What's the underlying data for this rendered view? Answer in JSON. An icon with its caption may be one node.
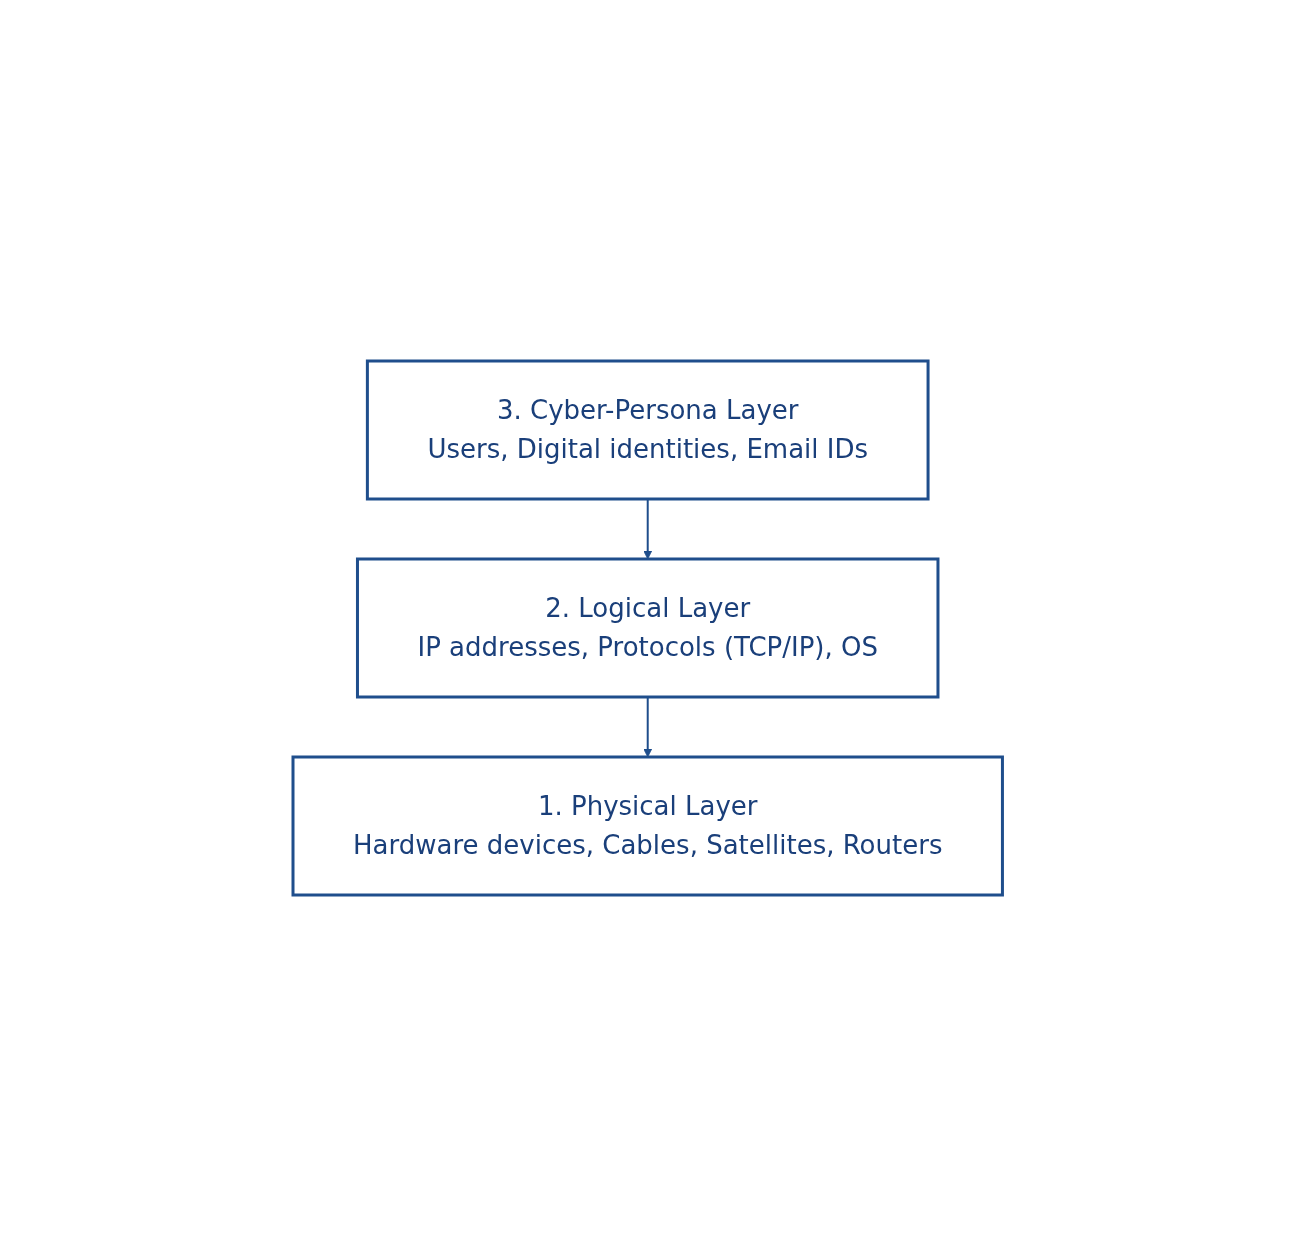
{
  "diagram": {
    "nodes": [
      {
        "text": [
          "3. Cyber-Persona Layer",
          "Users, Digital identities, Email IDs"
        ]
      },
      {
        "text": [
          "2. Logical Layer",
          "IP addresses, Protocols (TCP/IP), OS"
        ]
      },
      {
        "text": [
          "1. Physical Layer",
          "Hardware devices, Cables, Satellites, Routers"
        ]
      }
    ],
    "edges": [
      {
        "from": 0,
        "to": 1,
        "arrow": "to"
      },
      {
        "from": 1,
        "to": 2,
        "arrow": "to"
      }
    ]
  }
}
